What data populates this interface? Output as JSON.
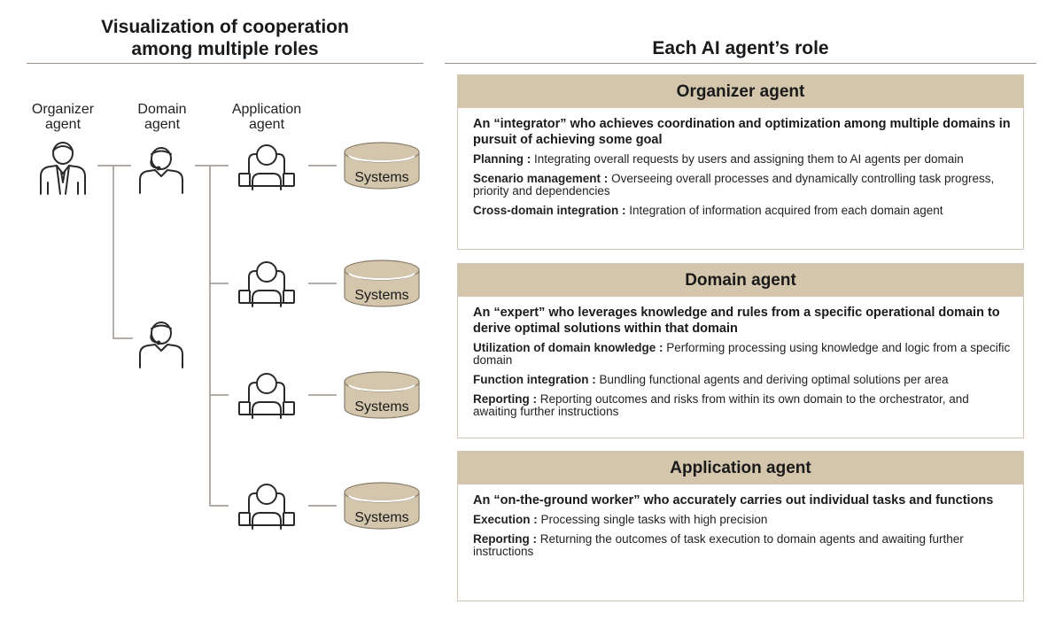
{
  "left_panel": {
    "title_line1": "Visualization of cooperation",
    "title_line2": "among multiple roles",
    "roles": {
      "organizer": [
        "Organizer",
        "agent"
      ],
      "domain": [
        "Domain",
        "agent"
      ],
      "application": [
        "Application",
        "agent"
      ]
    },
    "systems_label": "Systems"
  },
  "right_panel": {
    "title": "Each AI agent’s role",
    "cards": [
      {
        "title": "Organizer agent",
        "subtitle": "An “integrator” who achieves coordination and optimization among multiple domains in pursuit of achieving some goal",
        "items": [
          {
            "key": "Planning :",
            "text": "Integrating overall requests by users and assigning them to AI agents per domain"
          },
          {
            "key": "Scenario management :",
            "text": "Overseeing overall processes and dynamically controlling task progress, priority and dependencies"
          },
          {
            "key": "Cross-domain integration :",
            "text": "Integration of information acquired from each domain agent"
          }
        ]
      },
      {
        "title": "Domain agent",
        "subtitle": "An “expert” who leverages knowledge and rules from a specific operational domain to derive optimal solutions within that domain",
        "items": [
          {
            "key": "Utilization of domain knowledge :",
            "text": "Performing processing using knowledge and logic from a specific domain"
          },
          {
            "key": "Function integration :",
            "text": "Bundling functional agents and deriving optimal solutions per area"
          },
          {
            "key": "Reporting :",
            "text": "Reporting outcomes and risks from within its own domain to the orchestrator, and awaiting further instructions"
          }
        ]
      },
      {
        "title": "Application agent",
        "subtitle": "An “on-the-ground worker” who accurately carries out individual tasks and functions",
        "items": [
          {
            "key": "Execution :",
            "text": "Processing single tasks with high precision"
          },
          {
            "key": "Reporting :",
            "text": "Returning the outcomes of task execution to domain agents and awaiting further instructions"
          }
        ]
      }
    ]
  },
  "colors": {
    "accent": "#d3c6ac",
    "line": "#9b9188",
    "icon": "#2a2a2a"
  }
}
